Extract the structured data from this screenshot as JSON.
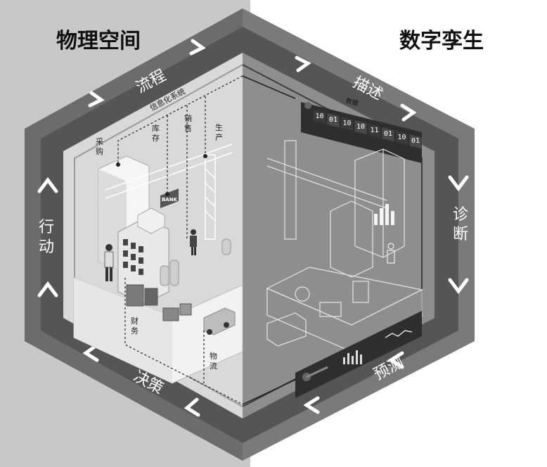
{
  "title_left": "物理空间",
  "title_right": "数字孪生",
  "ring": {
    "process": "流程",
    "describe": "描述",
    "diagnose": "诊断",
    "predict": "预测",
    "decide": "决策",
    "act": "行动"
  },
  "physical": {
    "info_system": "信息化系统",
    "procurement": "采购",
    "inventory": "库存",
    "sales": "销售",
    "production": "生产",
    "finance": "财务",
    "logistics": "物流",
    "bank_sign": "BANK"
  },
  "digital": {
    "data_label": "数据",
    "bits": [
      "10",
      "01",
      "10",
      "10",
      "11",
      "01",
      "10",
      "01"
    ]
  },
  "colors": {
    "left_bg": "#c8c8c8",
    "hex_outer": "#6f6f6f",
    "hex_inner_right": "#8a8a8a",
    "ring_dark": "#4a4a4a"
  }
}
